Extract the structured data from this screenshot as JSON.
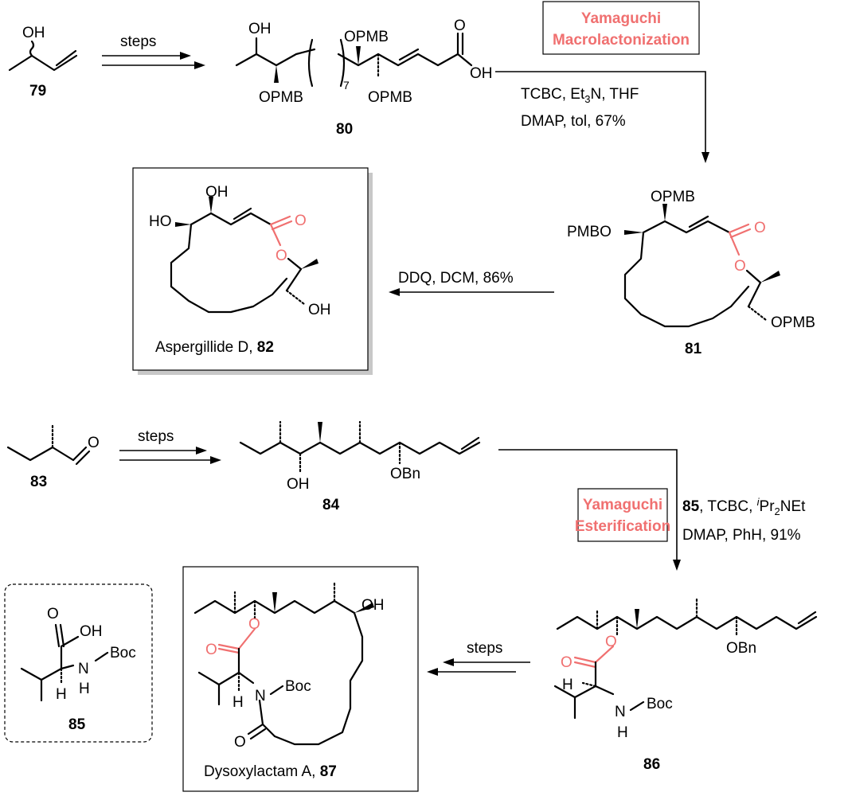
{
  "compounds": {
    "c79": "79",
    "c80": "80",
    "c81": "81",
    "c82": "82",
    "c83": "83",
    "c84": "84",
    "c85": "85",
    "c86": "86",
    "c87": "87"
  },
  "labels": {
    "aspergillide": "Aspergillide D, ",
    "dysoxylactam": "Dysoxylactam A, "
  },
  "reactions": {
    "steps": "steps",
    "yamaguchi_macro_line1": "Yamaguchi",
    "yamaguchi_macro_line2": "Macrolactonization",
    "cond_80_81_line1": "TCBC, Et",
    "cond_80_81_line1_sub": "3",
    "cond_80_81_line1_tail": "N, THF",
    "cond_80_81_line2": "DMAP, tol, 67%",
    "cond_81_82": "DDQ, DCM, 86%",
    "yamaguchi_ester_line1": "Yamaguchi",
    "yamaguchi_ester_line2": "Esterification",
    "cond_84_86_bold": "85",
    "cond_84_86_line1a": ", TCBC, ",
    "cond_84_86_sup": "i",
    "cond_84_86_line1b": "Pr",
    "cond_84_86_sub": "2",
    "cond_84_86_line1c": "NEt",
    "cond_84_86_line2": "DMAP,  PhH, 91%"
  },
  "atoms": {
    "OH": "OH",
    "O": "O",
    "OPMB": "OPMB",
    "PMBO": "PMBO",
    "HO": "HO",
    "OBn": "OBn",
    "N": "N",
    "H": "H",
    "Boc": "Boc",
    "seven": "7"
  },
  "colors": {
    "highlight": "#f07070",
    "ink": "#000000"
  }
}
